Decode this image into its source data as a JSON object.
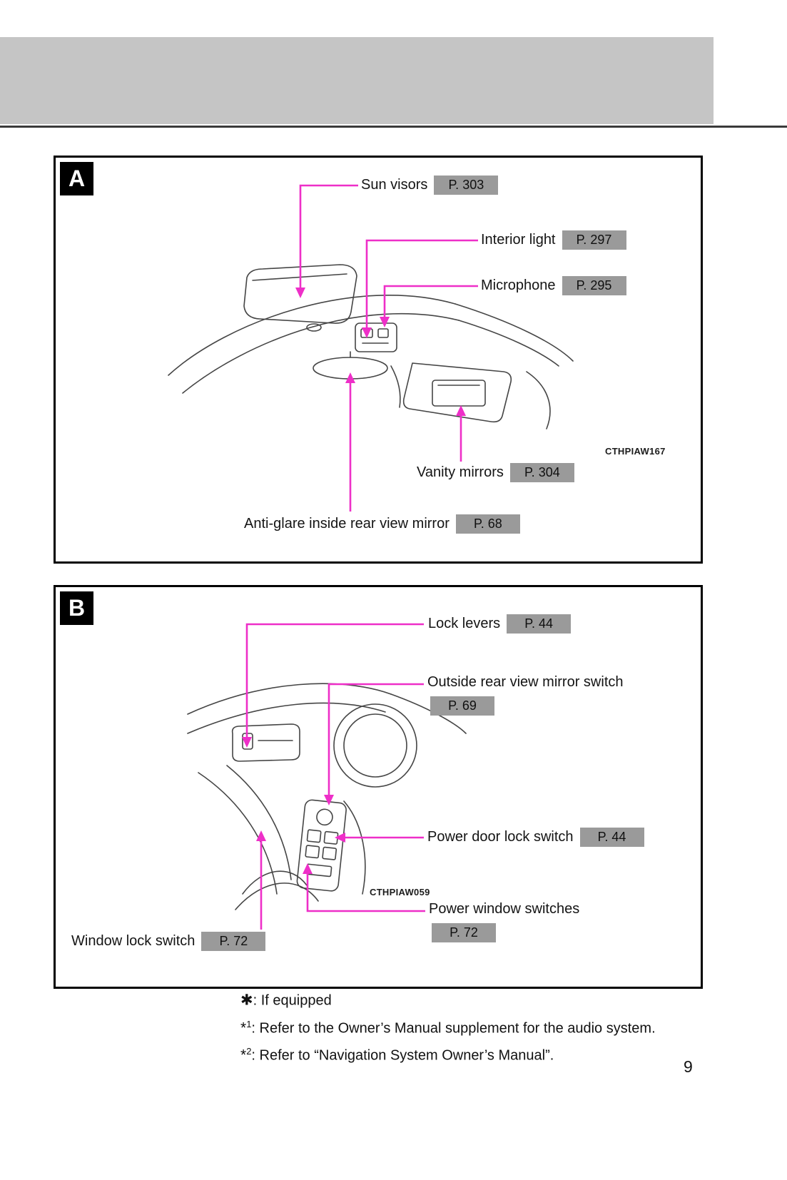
{
  "page": {
    "number": "9"
  },
  "colors": {
    "arrow": "#ee2fc8",
    "refbox": "#9a9a9a",
    "band": "#c5c5c5"
  },
  "sections": {
    "a": {
      "label": "A",
      "image_code": "CTHPIAW167",
      "callouts": {
        "sun_visors": {
          "label": "Sun visors",
          "ref": "P. 303"
        },
        "interior_light": {
          "label": "Interior light",
          "ref": "P. 297"
        },
        "microphone": {
          "label": "Microphone",
          "ref": "P. 295"
        },
        "vanity_mirrors": {
          "label": "Vanity mirrors",
          "ref": "P. 304"
        },
        "anti_glare": {
          "label": "Anti-glare inside rear view mirror",
          "ref": "P. 68"
        }
      }
    },
    "b": {
      "label": "B",
      "image_code": "CTHPIAW059",
      "callouts": {
        "lock_levers": {
          "label": "Lock levers",
          "ref": "P. 44"
        },
        "outside_mirror_switch": {
          "label": "Outside rear view mirror switch",
          "ref": "P. 69"
        },
        "power_door_lock": {
          "label": "Power door lock switch",
          "ref": "P. 44"
        },
        "power_window": {
          "label": "Power window switches",
          "ref": "P. 72"
        },
        "window_lock": {
          "label": "Window lock switch",
          "ref": "P. 72"
        }
      }
    }
  },
  "footnotes": [
    {
      "star": "✱",
      "sup": "",
      "text": ": If equipped"
    },
    {
      "star": "*",
      "sup": "1",
      "text": ": Refer to the Owner’s Manual supplement for the audio system."
    },
    {
      "star": "*",
      "sup": "2",
      "text": ": Refer to “Navigation System Owner’s Manual”."
    }
  ]
}
